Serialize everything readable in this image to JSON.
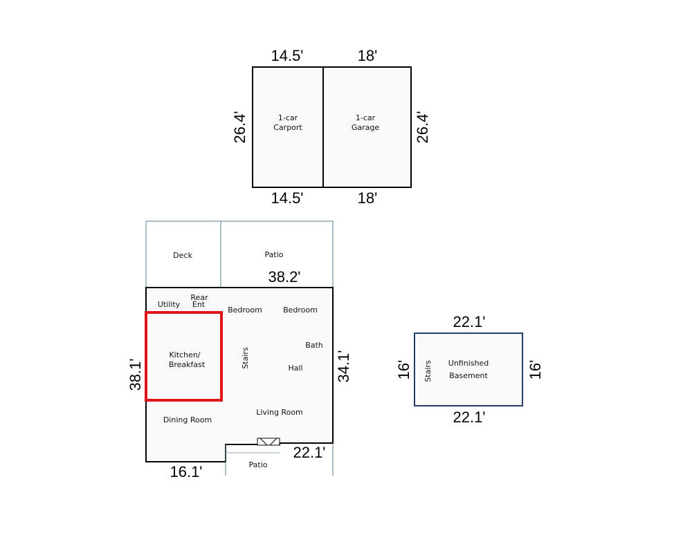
{
  "garage_block": {
    "carport": {
      "line1": "1-car",
      "line2": "Carport"
    },
    "garage": {
      "line1": "1-car",
      "line2": "Garage"
    },
    "dims": {
      "carport_top": "14.5'",
      "garage_top": "18'",
      "carport_bottom": "14.5'",
      "garage_bottom": "18'",
      "left": "26.4'",
      "right": "26.4'"
    }
  },
  "house": {
    "rooms": {
      "deck": "Deck",
      "patio_rear": "Patio",
      "utility": "Utility",
      "rear_ent_line1": "Rear",
      "rear_ent_line2": "Ent",
      "bedroom_1": "Bedroom",
      "bedroom_2": "Bedroom",
      "bath": "Bath",
      "kitchen_line1": "Kitchen/",
      "kitchen_line2": "Breakfast",
      "stairs": "Stairs",
      "hall": "Hall",
      "living_room": "Living Room",
      "dining_room": "Dining Room",
      "patio_front": "Patio"
    },
    "dims": {
      "top": "38.2'",
      "left": "38.1'",
      "right": "34.1'",
      "bottom_left": "16.1'",
      "bottom_right": "22.1'"
    },
    "highlighted_room": "Kitchen/Breakfast",
    "highlight_color": "#e0141b"
  },
  "basement_block": {
    "stairs": "Stairs",
    "label_line1": "Unfinished",
    "label_line2": "Basement",
    "dims": {
      "top": "22.1'",
      "bottom": "22.1'",
      "left": "16'",
      "right": "16'"
    }
  }
}
